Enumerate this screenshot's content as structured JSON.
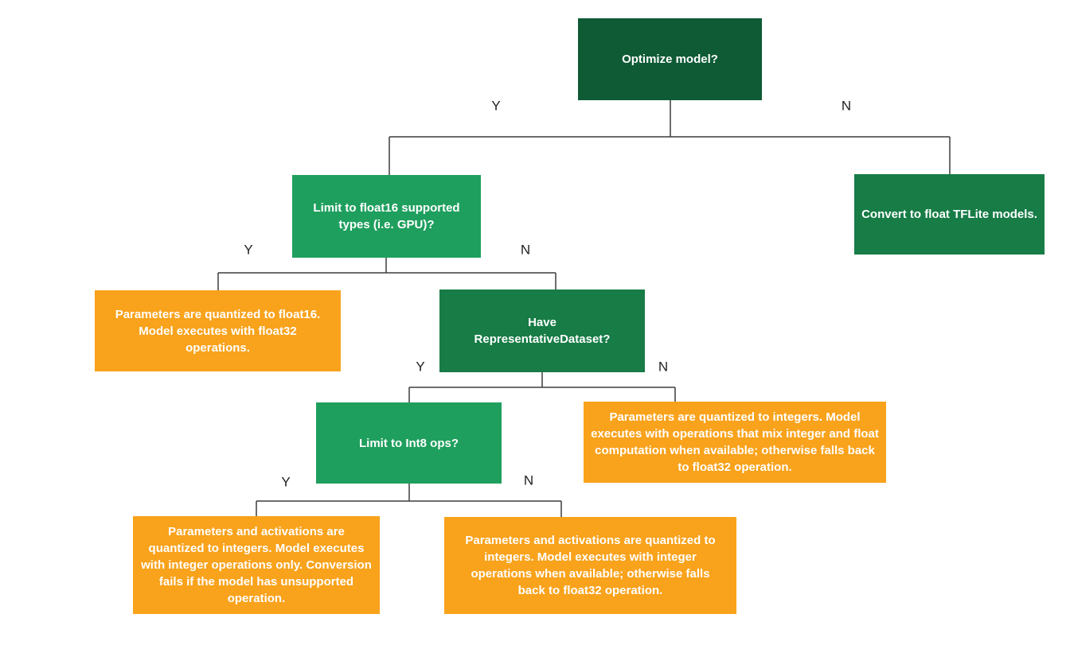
{
  "colors": {
    "page-bg": "#ffffff",
    "dark-green": "#0e5b35",
    "mid-green": "#177c46",
    "bright-green": "#1f9f5e",
    "orange": "#f9a21b",
    "line": "#3d3d3d",
    "node-text": "#ffffff",
    "label-text": "#212121"
  },
  "nodes": {
    "optimize": {
      "text": "Optimize model?"
    },
    "limit_float16": {
      "text": "Limit to float16 supported types (i.e. GPU)?"
    },
    "convert_float": {
      "text": "Convert to float TFLite models."
    },
    "float16_result": {
      "text": "Parameters are quantized to float16. Model executes with float32 operations."
    },
    "have_dataset": {
      "text": "Have RepresentativeDataset?"
    },
    "limit_int8": {
      "text": "Limit to Int8 ops?"
    },
    "mixed_result": {
      "text": "Parameters are quantized to integers. Model executes with operations that mix integer and float computation when available; otherwise falls back to float32 operation."
    },
    "int8_only_result": {
      "text": "Parameters and activations are quantized to integers. Model executes with integer operations only. Conversion fails if the model has unsupported operation."
    },
    "int8_fallback_result": {
      "text": "Parameters and activations are quantized to integers. Model executes with integer operations when available; otherwise falls back to float32 operation."
    }
  },
  "branch_labels": {
    "yes": "Y",
    "no": "N"
  }
}
